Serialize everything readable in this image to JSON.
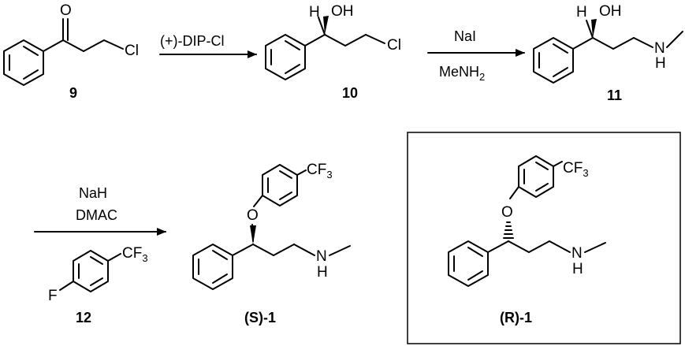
{
  "atoms": {
    "O": "O",
    "OH": "OH",
    "H": "H",
    "Cl": "Cl",
    "N": "N",
    "F": "F",
    "CF": "CF",
    "three": "3"
  },
  "reagents": {
    "step1": "(+)-DIP-Cl",
    "step2_top": "NaI",
    "step2_bottom_main": "MeNH",
    "step2_bottom_sub": "2",
    "step3_line1": "NaH",
    "step3_line2": "DMAC"
  },
  "compounds": {
    "c9": "9",
    "c10": "10",
    "c11": "11",
    "c12": "12",
    "s1_open": "(",
    "s1_desc": "S",
    "s1_close": ")-1",
    "r1_open": "(",
    "r1_desc": "R",
    "r1_close": ")-1"
  },
  "colors": {
    "ink": "#000000",
    "background": "#ffffff",
    "frame": "#000000"
  }
}
